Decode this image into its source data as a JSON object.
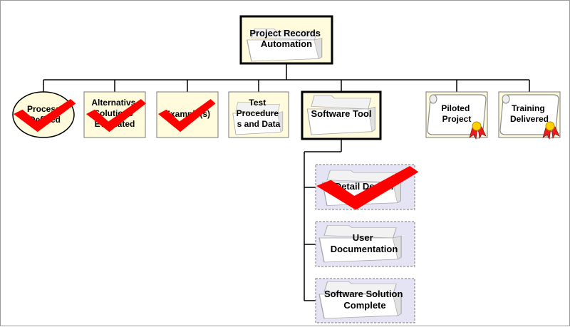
{
  "colors": {
    "box_fill": "#fffbdc",
    "sub_box_fill": "#e4e4f4",
    "check_red": "#ff0000",
    "ribbon_red": "#e61e1e",
    "seal_yellow": "#ffd000",
    "line": "#000000"
  },
  "nodes": {
    "root": {
      "lines": [
        "Project Records",
        "Automation"
      ],
      "icon": "folder-icon"
    },
    "process_defined": {
      "lines": [
        "Process",
        "Defined"
      ],
      "icon": "checkmark-icon",
      "status": "done"
    },
    "alternatives": {
      "lines": [
        "Alternativs",
        "Solutions",
        "Evaluated"
      ],
      "icon": "checkmark-icon",
      "status": "done"
    },
    "examples": {
      "lines": [
        "Example(s)"
      ],
      "icon": "checkmark-icon",
      "status": "done"
    },
    "test_procedures": {
      "lines": [
        "Test",
        "Procedure",
        "s and Data"
      ],
      "icon": "folder-icon"
    },
    "software_tool": {
      "lines": [
        "Software Tool"
      ],
      "icon": "folder-icon"
    },
    "piloted_project": {
      "lines": [
        "Piloted",
        "Project"
      ],
      "icon": "scroll-certificate-icon"
    },
    "training_delivered": {
      "lines": [
        "Training",
        "Delivered"
      ],
      "icon": "scroll-certificate-icon"
    },
    "detail_design": {
      "lines": [
        "Detail Design"
      ],
      "icon": "checkmark-icon",
      "status": "done"
    },
    "user_documentation": {
      "lines": [
        "User",
        "Documentation"
      ],
      "icon": "folder-icon"
    },
    "software_solution": {
      "lines": [
        "Software Solution",
        "Complete"
      ],
      "icon": "folder-icon"
    }
  }
}
